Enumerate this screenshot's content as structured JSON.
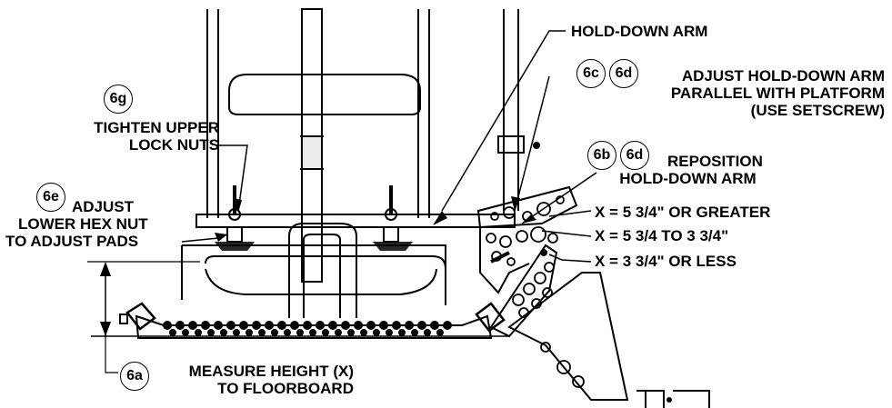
{
  "callouts": {
    "hold_down_arm": "HOLD-DOWN ARM",
    "adjust_arm_1": "ADJUST HOLD-DOWN ARM",
    "adjust_arm_2": "PARALLEL WITH PLATFORM",
    "adjust_arm_3": "(USE SETSCREW)",
    "tighten_1": "TIGHTEN UPPER",
    "tighten_2": "LOCK NUTS",
    "reposition_1": "REPOSITION",
    "reposition_2": "HOLD-DOWN ARM",
    "adjust_pads_1": "ADJUST",
    "adjust_pads_2": "LOWER HEX NUT",
    "adjust_pads_3": "TO ADJUST PADS",
    "x_greater": "X = 5 3/4\" OR GREATER",
    "x_between": "X = 5 3/4 TO 3 3/4\"",
    "x_less": "X = 3 3/4\" OR LESS",
    "measure_1": "MEASURE HEIGHT (X)",
    "measure_2": "TO FLOORBOARD"
  },
  "steps": {
    "s6a": "6a",
    "s6b": "6b",
    "s6c": "6c",
    "s6d_top": "6d",
    "s6d_mid": "6d",
    "s6e": "6e",
    "s6g": "6g"
  }
}
